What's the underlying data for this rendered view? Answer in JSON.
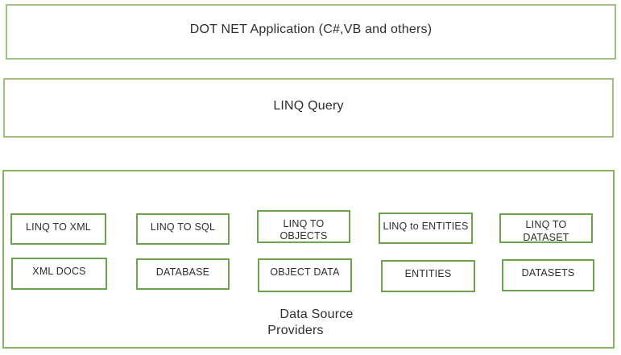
{
  "diagram": {
    "top_box": {
      "label": "DOT NET Application (C#,VB and others)"
    },
    "middle_box": {
      "label": "LINQ Query"
    },
    "providers_box": {
      "caption_line1": "Data Source",
      "caption_line2": "Providers",
      "columns": [
        {
          "provider": "LINQ TO XML",
          "source": "XML DOCS"
        },
        {
          "provider": "LINQ TO SQL",
          "source": "DATABASE"
        },
        {
          "provider": "LINQ TO OBJECTS",
          "source": "OBJECT DATA"
        },
        {
          "provider": "LINQ to ENTITIES",
          "source": "ENTITIES"
        },
        {
          "provider": "LINQ TO DATASET",
          "source": "DATASETS"
        }
      ]
    },
    "colors": {
      "outer_box_border": "#a0c17f",
      "providers_container_border": "#85b35f",
      "inner_box_border": "#6ba34a",
      "text": "#2e2e2e",
      "background": "#ffffff"
    }
  }
}
